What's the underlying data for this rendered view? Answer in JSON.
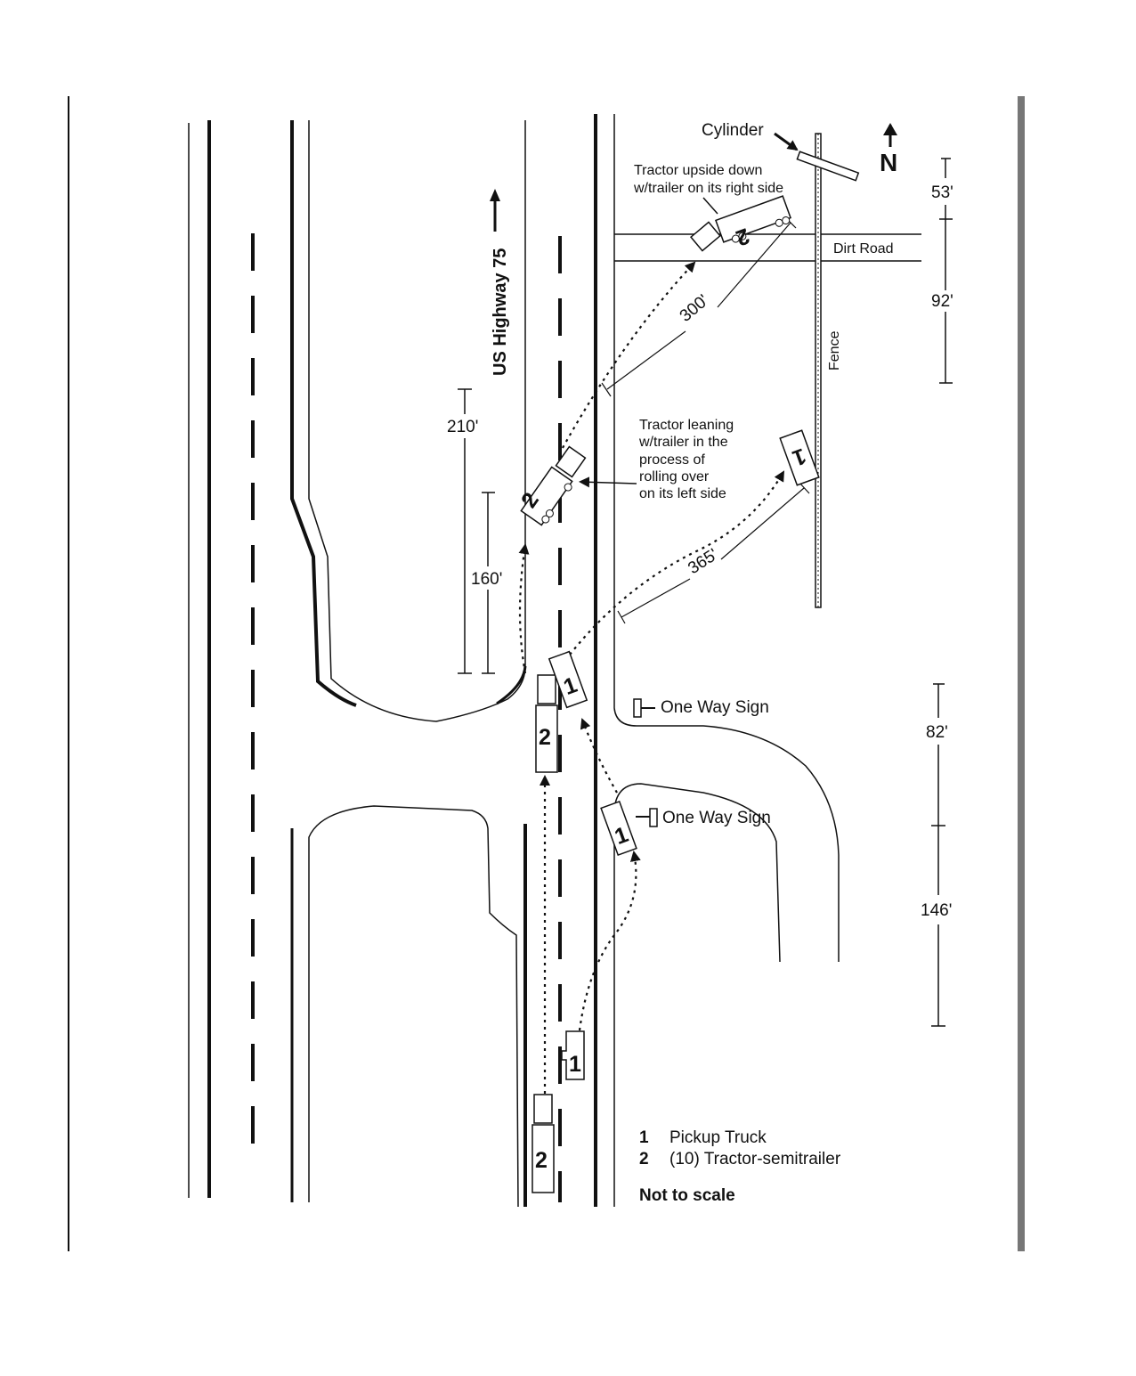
{
  "road_name": "US Highway 75",
  "north_label": "N",
  "labels": {
    "cylinder": "Cylinder",
    "dirt_road": "Dirt Road",
    "fence": "Fence",
    "v2_final": [
      "Tractor upside down",
      "w/trailer on its right side"
    ],
    "v2_leaning": [
      "Tractor leaning",
      "w/trailer in the",
      "process of",
      "rolling over",
      "on its left side"
    ],
    "one_way_sign_1": "One Way Sign",
    "one_way_sign_2": "One Way Sign"
  },
  "distances": {
    "d53": "53'",
    "d92": "92'",
    "d82": "82'",
    "d146": "146'",
    "d210": "210'",
    "d160": "160'",
    "d300": "300'",
    "d365": "365'"
  },
  "vehicle_numbers": {
    "v1": "1",
    "v2": "2"
  },
  "legend": {
    "items": [
      {
        "number": "1",
        "label": "Pickup Truck"
      },
      {
        "number": "2",
        "label": "(10) Tractor-semitrailer"
      }
    ],
    "note": "Not to scale"
  },
  "colors": {
    "ink": "#111111",
    "frame_right": "#777777"
  }
}
